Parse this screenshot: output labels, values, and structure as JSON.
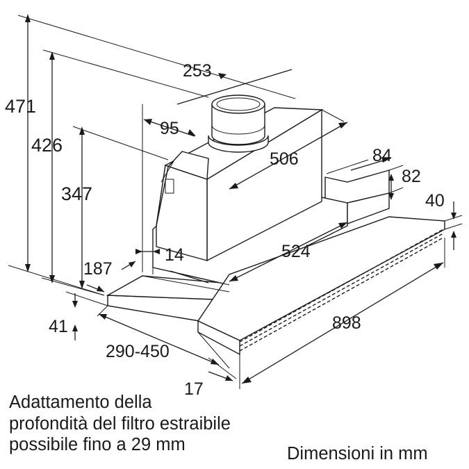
{
  "diagram": {
    "dimensions": {
      "d471": "471",
      "d426": "426",
      "d347": "347",
      "d253": "253",
      "d95": "95",
      "d506": "506",
      "d84": "84",
      "d82": "82",
      "d40": "40",
      "d524": "524",
      "d14": "14",
      "d187": "187",
      "d41": "41",
      "d898": "898",
      "d290_450": "290-450",
      "d17": "17"
    }
  },
  "notes": {
    "filter_line1": "Adattamento della",
    "filter_line2": "profondità del filtro estraibile",
    "filter_line3": "possibile fino a 29 mm",
    "units": "Dimensioni in mm"
  }
}
